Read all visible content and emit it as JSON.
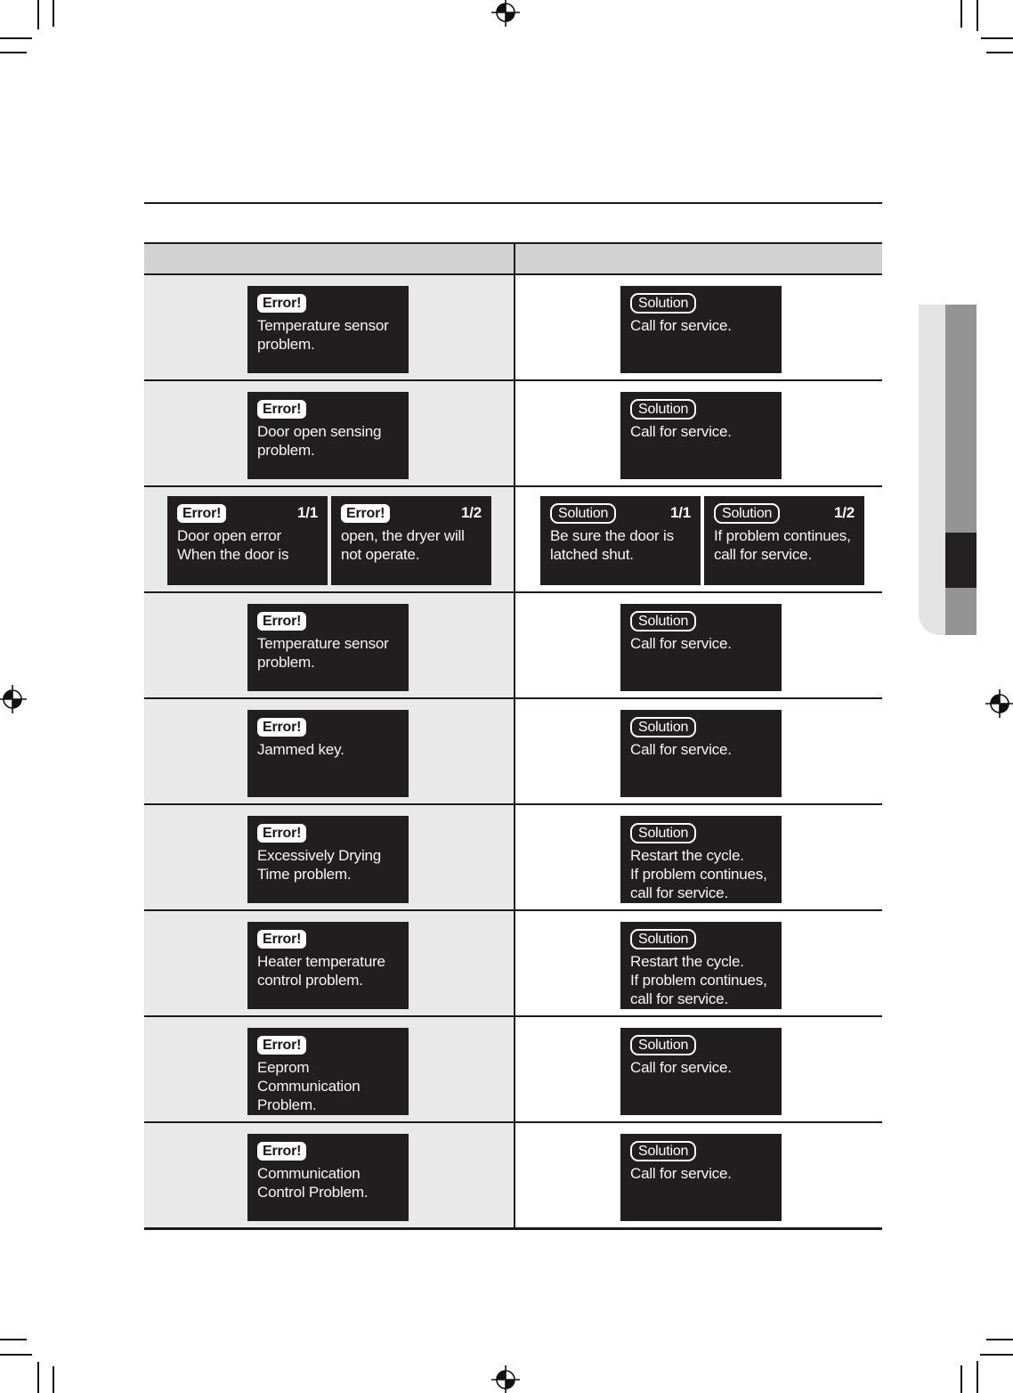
{
  "document": {
    "kind": "dryer-manual-troubleshooting-page",
    "section_rule": true
  },
  "colors": {
    "panel_bg": "#211e1f",
    "row_left_bg": "#e9e9e9",
    "header_bg": "#d2d2d2",
    "tab_light": "#e3e3e3",
    "tab_gray": "#949494",
    "tab_black": "#232021",
    "line": "#1a1a1a"
  },
  "table": {
    "columns": [
      {
        "header": ""
      },
      {
        "header": ""
      }
    ],
    "rows": [
      {
        "errors": [
          {
            "badge": "Error!",
            "page": "",
            "lines": [
              "Temperature sensor",
              "problem."
            ]
          }
        ],
        "solutions": [
          {
            "badge": "Solution",
            "page": "",
            "lines": [
              "Call for service."
            ]
          }
        ]
      },
      {
        "errors": [
          {
            "badge": "Error!",
            "page": "",
            "lines": [
              "Door open sensing",
              "problem."
            ]
          }
        ],
        "solutions": [
          {
            "badge": "Solution",
            "page": "",
            "lines": [
              "Call for service."
            ]
          }
        ]
      },
      {
        "errors": [
          {
            "badge": "Error!",
            "page": "1/1",
            "lines": [
              "Door open error",
              "When the door is"
            ]
          },
          {
            "badge": "Error!",
            "page": "1/2",
            "lines": [
              "open, the dryer will",
              "not operate."
            ]
          }
        ],
        "solutions": [
          {
            "badge": "Solution",
            "page": "1/1",
            "lines": [
              "Be sure the door is",
              "latched shut."
            ]
          },
          {
            "badge": "Solution",
            "page": "1/2",
            "lines": [
              "If problem continues,",
              "call for service."
            ]
          }
        ]
      },
      {
        "errors": [
          {
            "badge": "Error!",
            "page": "",
            "lines": [
              "Temperature sensor",
              "problem."
            ]
          }
        ],
        "solutions": [
          {
            "badge": "Solution",
            "page": "",
            "lines": [
              "Call for service."
            ]
          }
        ]
      },
      {
        "errors": [
          {
            "badge": "Error!",
            "page": "",
            "lines": [
              "Jammed key."
            ]
          }
        ],
        "solutions": [
          {
            "badge": "Solution",
            "page": "",
            "lines": [
              "Call for service."
            ]
          }
        ]
      },
      {
        "errors": [
          {
            "badge": "Error!",
            "page": "",
            "lines": [
              "Excessively Drying",
              "Time problem."
            ]
          }
        ],
        "solutions": [
          {
            "badge": "Solution",
            "page": "",
            "lines": [
              "Restart the cycle.",
              "If problem continues,",
              "call for service."
            ]
          }
        ]
      },
      {
        "errors": [
          {
            "badge": "Error!",
            "page": "",
            "lines": [
              "Heater temperature",
              "control problem."
            ]
          }
        ],
        "solutions": [
          {
            "badge": "Solution",
            "page": "",
            "lines": [
              "Restart the cycle.",
              "If problem continues,",
              "call for service."
            ]
          }
        ]
      },
      {
        "errors": [
          {
            "badge": "Error!",
            "page": "",
            "lines": [
              "Eeprom",
              "Communication",
              "Problem."
            ]
          }
        ],
        "solutions": [
          {
            "badge": "Solution",
            "page": "",
            "lines": [
              "Call for service."
            ]
          }
        ]
      },
      {
        "errors": [
          {
            "badge": "Error!",
            "page": "",
            "lines": [
              "Communication",
              "Control Problem."
            ]
          }
        ],
        "solutions": [
          {
            "badge": "Solution",
            "page": "",
            "lines": [
              "Call for service."
            ]
          }
        ]
      }
    ]
  }
}
